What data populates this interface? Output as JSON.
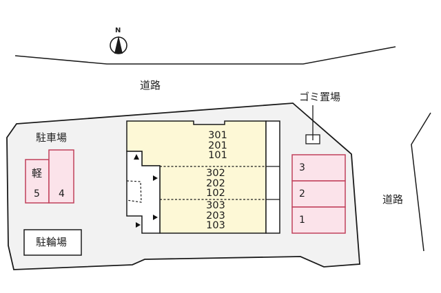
{
  "map": {
    "type": "site-plan",
    "colors": {
      "background": "#ffffff",
      "lot_fill": "#f2f2f2",
      "building_fill": "#fdf8d6",
      "parking_fill": "#fbe3ea",
      "parking_stroke": "#c0405a",
      "line": "#1a1a1a"
    },
    "compass": {
      "label": "N",
      "icon": "north-arrow-icon"
    },
    "roads": [
      {
        "id": "north",
        "label": "道路"
      },
      {
        "id": "east",
        "label": "道路"
      }
    ],
    "trash_area": {
      "label": "ゴミ置場"
    },
    "car_parking": {
      "label": "駐車場",
      "west_bays": [
        {
          "number": "5",
          "note": "軽"
        },
        {
          "number": "4",
          "note": ""
        }
      ],
      "east_bays": [
        {
          "number": "3"
        },
        {
          "number": "2"
        },
        {
          "number": "1"
        }
      ]
    },
    "bicycle_parking": {
      "label": "駐輪場"
    },
    "building": {
      "units": [
        {
          "rooms": [
            "301",
            "201",
            "101"
          ]
        },
        {
          "rooms": [
            "302",
            "202",
            "102"
          ]
        },
        {
          "rooms": [
            "303",
            "203",
            "103"
          ]
        }
      ],
      "entrance_markers": 4
    }
  }
}
